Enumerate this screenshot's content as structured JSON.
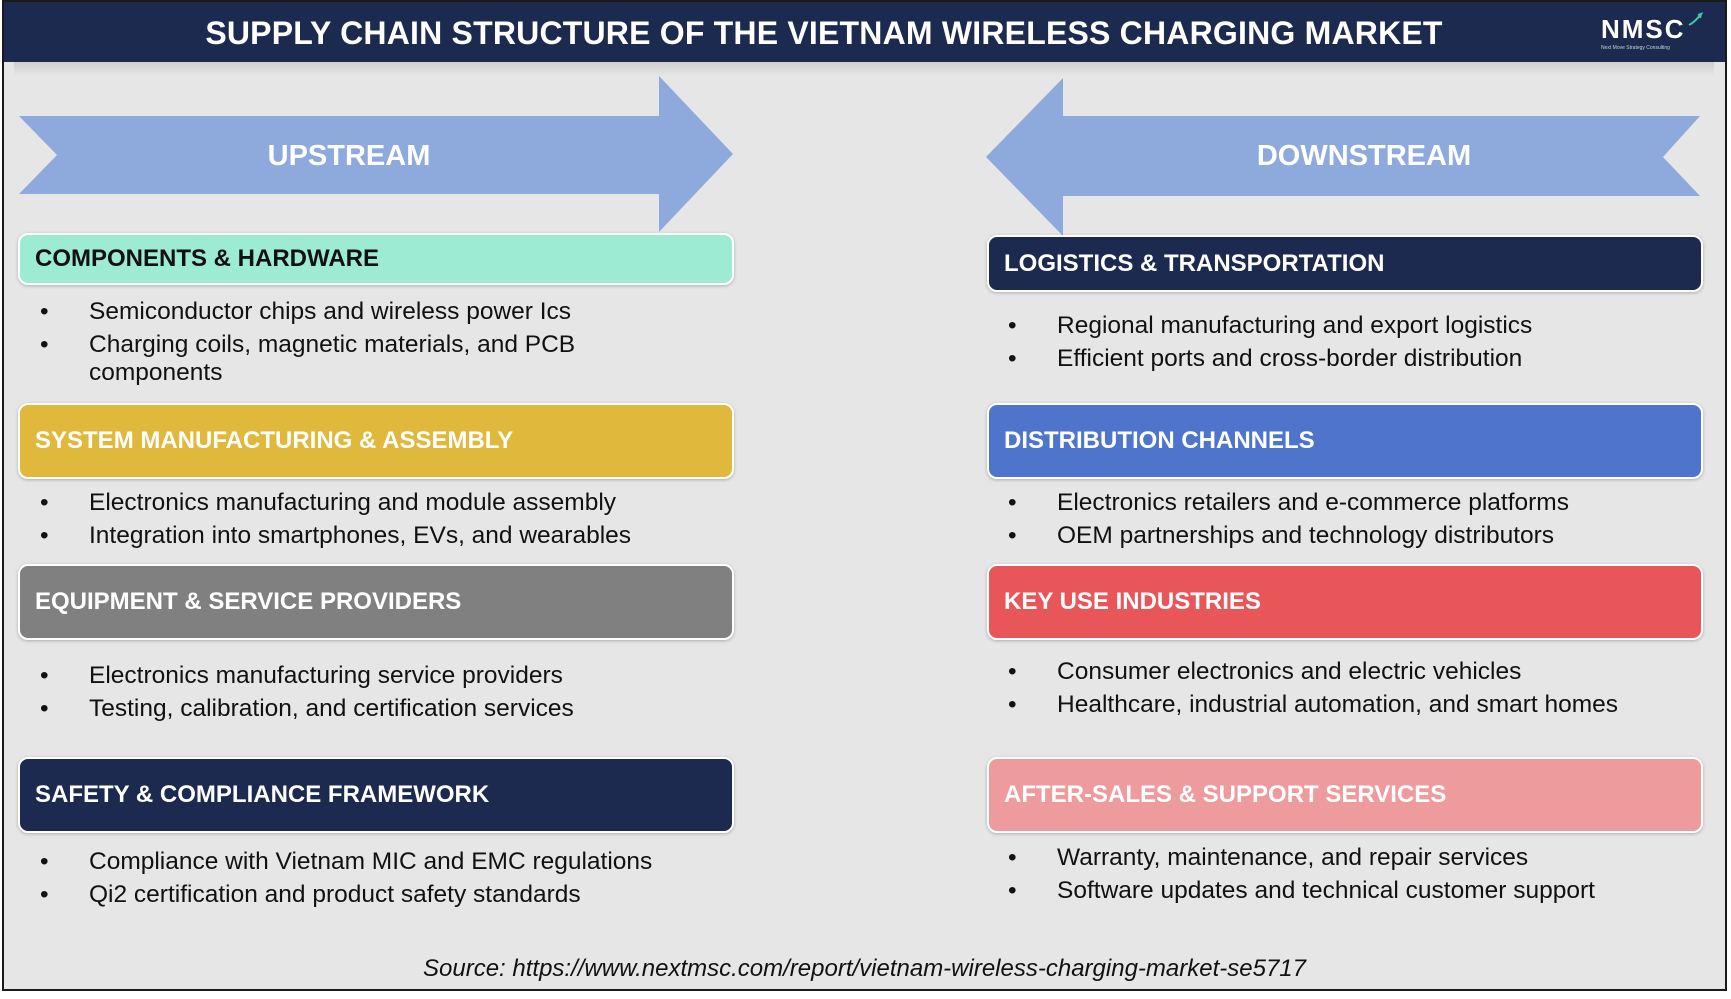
{
  "title": "SUPPLY CHAIN STRUCTURE OF THE VIETNAM WIRELESS CHARGING MARKET",
  "logo": {
    "text": "NMSC",
    "subtitle": "Next Move Strategy Consulting",
    "icon": "logo-swoosh-icon"
  },
  "colors": {
    "title_bar": "#1b2a4e",
    "arrow": "#8eaadc",
    "teal": "#9eebd3",
    "gold": "#e0b83c",
    "gray": "#808080",
    "navy": "#1b2a4e",
    "blue": "#4f74cb",
    "red": "#e8565a",
    "pink": "#ee9b9e"
  },
  "upstream": {
    "label": "UPSTREAM",
    "sections": [
      {
        "title": "COMPONENTS & HARDWARE",
        "color": "teal",
        "items": [
          "Semiconductor chips and wireless power Ics",
          "Charging coils, magnetic materials, and PCB components"
        ]
      },
      {
        "title": "SYSTEM MANUFACTURING & ASSEMBLY",
        "color": "gold",
        "items": [
          "Electronics manufacturing and module assembly",
          "Integration into smartphones, EVs, and wearables"
        ]
      },
      {
        "title": "EQUIPMENT & SERVICE PROVIDERS",
        "color": "gray",
        "items": [
          "Electronics manufacturing service providers",
          "Testing, calibration, and certification services"
        ]
      },
      {
        "title": "SAFETY & COMPLIANCE FRAMEWORK",
        "color": "navy",
        "items": [
          "Compliance with Vietnam MIC and EMC regulations",
          "Qi2 certification and product safety standards"
        ]
      }
    ]
  },
  "downstream": {
    "label": "DOWNSTREAM",
    "sections": [
      {
        "title": "LOGISTICS & TRANSPORTATION",
        "color": "navy",
        "items": [
          "Regional manufacturing and export logistics",
          "Efficient ports and cross-border distribution"
        ]
      },
      {
        "title": "DISTRIBUTION CHANNELS",
        "color": "blue",
        "items": [
          "Electronics retailers and e-commerce platforms",
          "OEM partnerships and technology distributors"
        ]
      },
      {
        "title": "KEY USE INDUSTRIES",
        "color": "red",
        "items": [
          "Consumer electronics and electric vehicles",
          "Healthcare, industrial automation, and smart homes"
        ]
      },
      {
        "title": "AFTER-SALES & SUPPORT SERVICES",
        "color": "pink",
        "items": [
          "Warranty, maintenance, and repair services",
          "Software updates and technical customer support"
        ]
      }
    ]
  },
  "source": "Source: https://www.nextmsc.com/report/vietnam-wireless-charging-market-se5717"
}
